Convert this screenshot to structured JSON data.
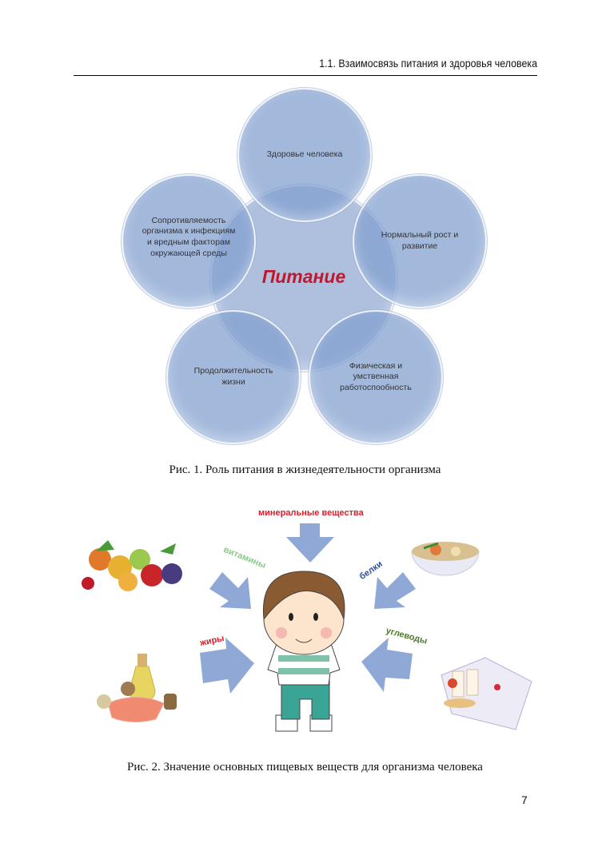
{
  "header": {
    "running_title": "1.1. Взаимосвязь питания и здоровья человека"
  },
  "figure1": {
    "center": "Питание",
    "circles": [
      "Здоровье человека",
      "Нормальный рост и развитие",
      "Физическая и умственная работоспообность",
      "Продолжительность жизни",
      "Сопротивляемость организма к инфекциям и вредным факторам окружающей среды"
    ],
    "caption": "Рис. 1. Роль питания в жизнедеятельности организма"
  },
  "figure2": {
    "labels": {
      "minerals": "минеральные вещества",
      "vitamins": "витамины",
      "proteins": "белки",
      "fats": "жиры",
      "carbs": "углеводы"
    },
    "colors": {
      "minerals": "#d6202c",
      "vitamins": "#8cc98a",
      "proteins": "#2a4f9a",
      "fats": "#d6202c",
      "carbs": "#4d7a2a",
      "arrow": "#8fa8d6"
    },
    "caption": "Рис. 2. Значение основных пищевых веществ для организма человека"
  },
  "page_number": "7"
}
